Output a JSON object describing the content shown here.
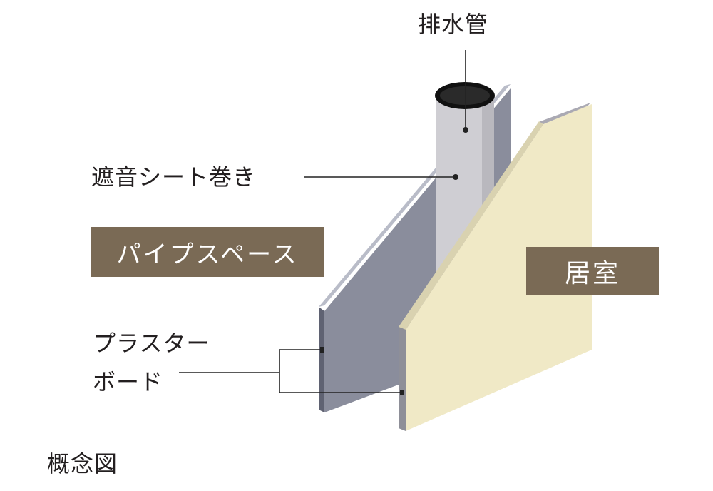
{
  "labels": {
    "drain_pipe": "排水管",
    "sound_sheet": "遮音シート巻き",
    "pipe_space": "パイプスペース",
    "living_room": "居室",
    "plaster_board": "プラスター\nボード",
    "concept": "概念図"
  },
  "colors": {
    "back_board": "#8a8d9c",
    "back_board_edge": "#b9bcc8",
    "back_board_dark": "#5f6272",
    "pipe": "#cfced3",
    "pipe_rim": "#111111",
    "pipe_inner": "#2a2a2a",
    "front_board": "#f0e9c6",
    "front_board_edge": "#d9d2b0",
    "front_board_back": "#aaa9b3",
    "tag_background": "#7a6a55",
    "tag_text": "#ffffff",
    "leader_line": "#222222",
    "text": "#231f20"
  }
}
